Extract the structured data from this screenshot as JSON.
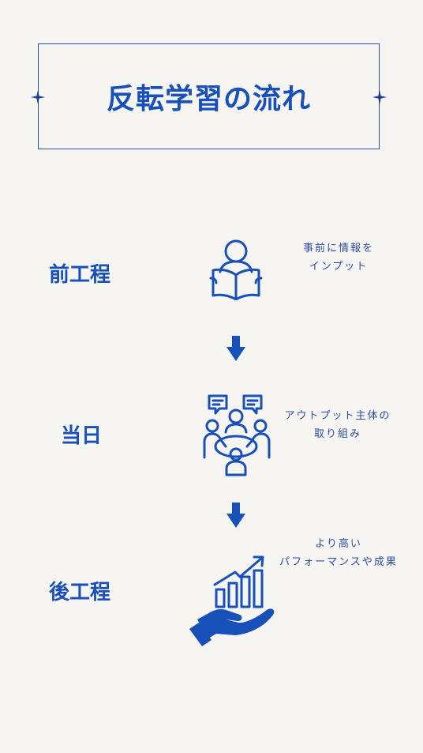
{
  "title": "反転学習の流れ",
  "stages": [
    {
      "label": "前工程",
      "desc_lines": [
        "事前に情報を",
        "インプット"
      ],
      "icon": "reading-person-icon"
    },
    {
      "label": "当日",
      "desc_lines": [
        "アウトプット主体の",
        "取り組み"
      ],
      "icon": "group-discussion-icon"
    },
    {
      "label": "後工程",
      "desc_lines": [
        "より高い",
        "パフォーマンスや成果"
      ],
      "icon": "growth-chart-hand-icon"
    }
  ],
  "colors": {
    "accent": "#1750b8",
    "border": "#2b4d9e",
    "background": "#f7f5f2"
  }
}
